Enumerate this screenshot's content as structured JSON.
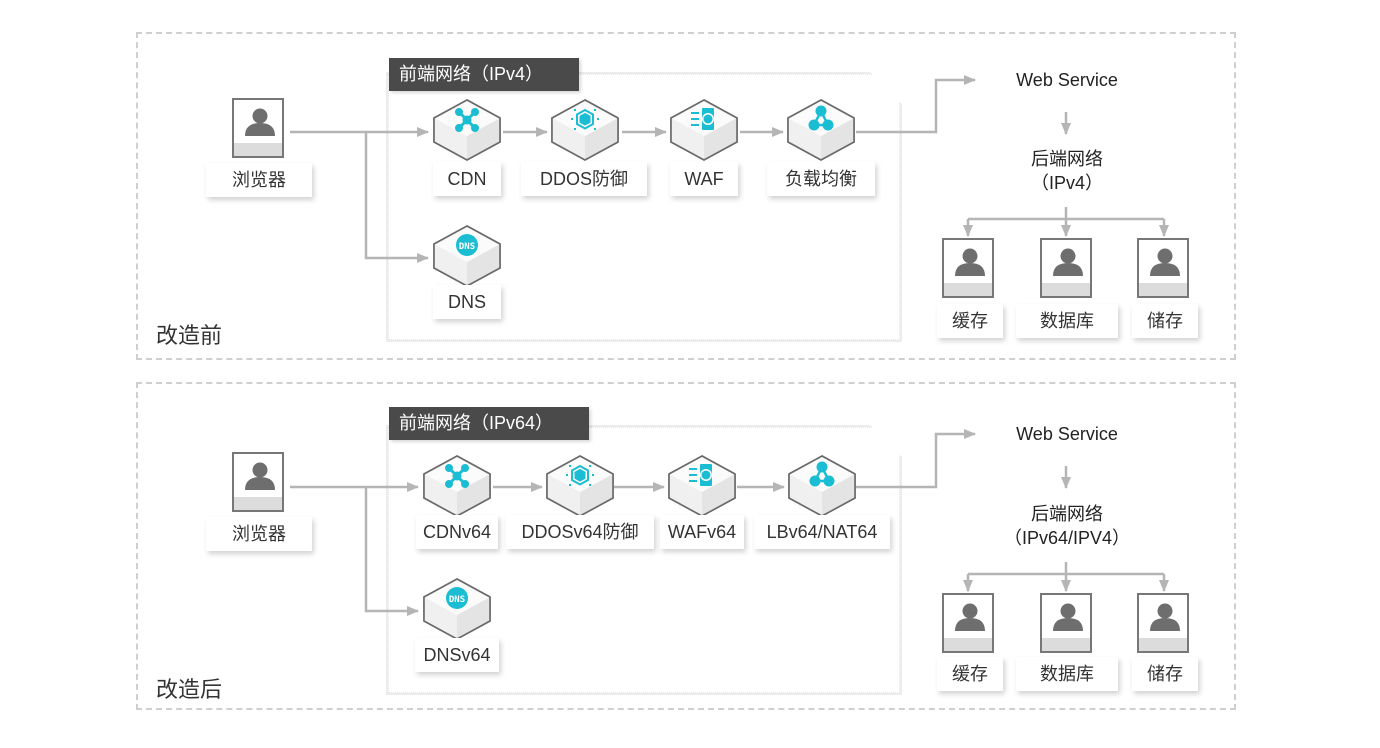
{
  "colors": {
    "accent": "#1bbdd3",
    "label_bg": "#4a4a4a",
    "line": "#b5b5b5",
    "user_icon": "#6e6e6e"
  },
  "before": {
    "section_title": "改造前",
    "browser": {
      "icon": "user-icon",
      "label": "浏览器"
    },
    "frontend": {
      "label": "前端网络（IPv4）",
      "chain": [
        {
          "icon": "cdn-icon",
          "label": "CDN"
        },
        {
          "icon": "ddos-shield-icon",
          "label": "DDOS防御"
        },
        {
          "icon": "waf-icon",
          "label": "WAF"
        },
        {
          "icon": "load-balancer-icon",
          "label": "负载均衡"
        }
      ],
      "dns": {
        "icon": "dns-icon",
        "label": "DNS"
      }
    },
    "web_service": "Web Service",
    "backend": {
      "line1": "后端网络",
      "line2": "（IPv4）"
    },
    "stores": [
      {
        "icon": "user-icon",
        "label": "缓存"
      },
      {
        "icon": "user-icon",
        "label": "数据库"
      },
      {
        "icon": "user-icon",
        "label": "储存"
      }
    ]
  },
  "after": {
    "section_title": "改造后",
    "browser": {
      "icon": "user-icon",
      "label": "浏览器"
    },
    "frontend": {
      "label": "前端网络（IPv64）",
      "chain": [
        {
          "icon": "cdn-icon",
          "label": "CDNv64"
        },
        {
          "icon": "ddos-shield-icon",
          "label": "DDOSv64防御"
        },
        {
          "icon": "waf-icon",
          "label": "WAFv64"
        },
        {
          "icon": "load-balancer-icon",
          "label": "LBv64/NAT64"
        }
      ],
      "dns": {
        "icon": "dns-icon",
        "label": "DNSv64"
      }
    },
    "web_service": "Web Service",
    "backend": {
      "line1": "后端网络",
      "line2": "（IPv64/IPV4）"
    },
    "stores": [
      {
        "icon": "user-icon",
        "label": "缓存"
      },
      {
        "icon": "user-icon",
        "label": "数据库"
      },
      {
        "icon": "user-icon",
        "label": "储存"
      }
    ]
  }
}
